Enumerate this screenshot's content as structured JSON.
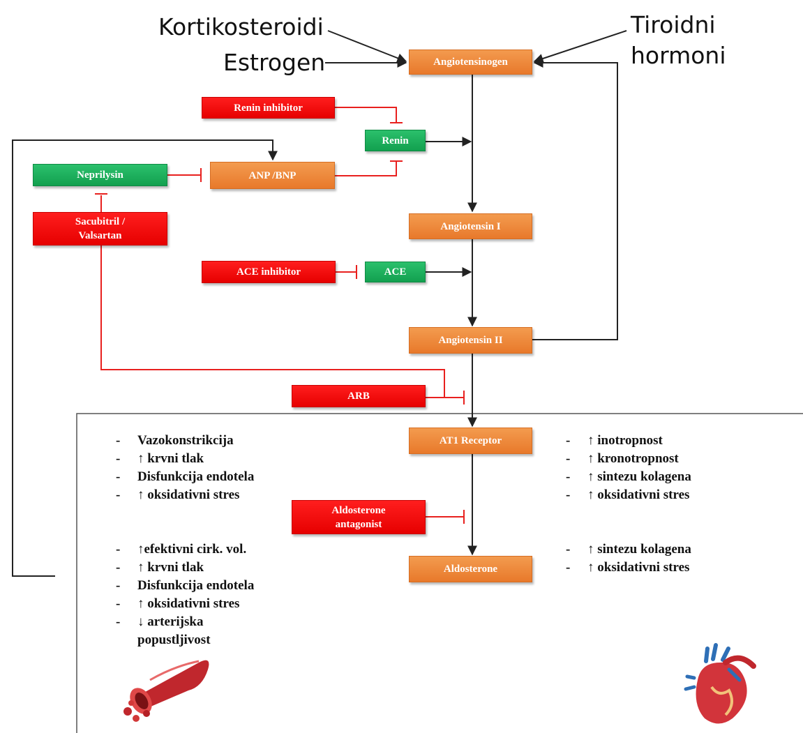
{
  "regulators": {
    "kortikosteroidi": "Kortikosteroidi",
    "estrogen": "Estrogen",
    "tiroidni": [
      "Tiroidni",
      "hormoni"
    ]
  },
  "nodes": {
    "angiotensinogen": "Angiotensinogen",
    "renin_inhibitor": "Renin inhibitor",
    "renin": "Renin",
    "neprilysin": "Neprilysin",
    "anp_bnp": "ANP /BNP",
    "sacubitril": [
      "Sacubitril /",
      "Valsartan"
    ],
    "angiotensin_i": "Angiotensin I",
    "ace_inhibitor": "ACE inhibitor",
    "ace": "ACE",
    "angiotensin_ii": "Angiotensin II",
    "arb": "ARB",
    "at1_receptor": "AT1 Receptor",
    "aldosterone_antagonist": [
      "Aldosterone",
      "antagonist"
    ],
    "aldosterone": "Aldosterone"
  },
  "effects": {
    "vascular_at1": [
      {
        "bullet": "-",
        "text": "Vazokonstrikcija"
      },
      {
        "bullet": "-",
        "text": "↑ krvni tlak"
      },
      {
        "bullet": "-",
        "text": "Disfunkcija endotela"
      },
      {
        "bullet": "-",
        "text": "↑ oksidativni stres"
      }
    ],
    "cardiac_at1": [
      {
        "bullet": "-",
        "text": "↑ inotropnost"
      },
      {
        "bullet": "-",
        "text": "↑ kronotropnost"
      },
      {
        "bullet": "-",
        "text": "↑ sintezu kolagena"
      },
      {
        "bullet": "-",
        "text": "↑ oksidativni stres"
      }
    ],
    "vascular_aldosterone": [
      {
        "bullet": "-",
        "text": "↑efektivni cirk. vol."
      },
      {
        "bullet": "-",
        "text": "↑ krvni tlak"
      },
      {
        "bullet": "-",
        "text": "Disfunkcija endotela"
      },
      {
        "bullet": "-",
        "text": "↑ oksidativni stres"
      },
      {
        "bullet": "-",
        "text": "↓ arterijska"
      },
      {
        "bullet": "",
        "text": "popustljivost"
      }
    ],
    "cardiac_aldosterone": [
      {
        "bullet": "-",
        "text": "↑ sintezu kolagena"
      },
      {
        "bullet": "-",
        "text": "↑ oksidativni stres"
      }
    ]
  },
  "colors": {
    "orange": "#ef8a3c",
    "red": "#ff0000",
    "green": "#19a95a",
    "stimulation_line": "#222222",
    "inhibition_line": "#e8201e"
  },
  "icons": [
    "blood-vessel-icon",
    "heart-icon"
  ]
}
